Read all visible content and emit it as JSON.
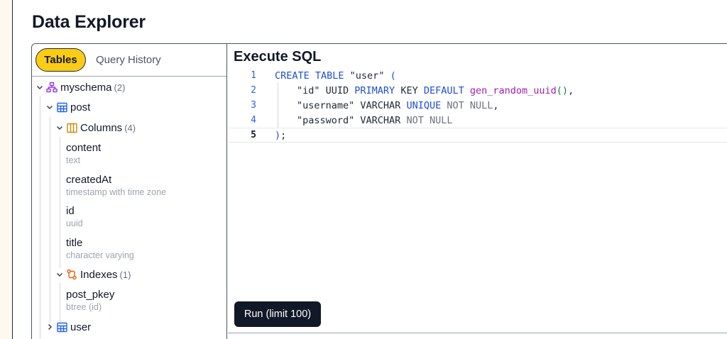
{
  "page": {
    "title": "Data Explorer"
  },
  "tabs": [
    {
      "label": "Tables",
      "active": true
    },
    {
      "label": "Query History",
      "active": false
    }
  ],
  "tree": {
    "schema": {
      "name": "myschema",
      "count": "(2)"
    },
    "tables": [
      {
        "name": "post",
        "columns_label": "Columns",
        "columns_count": "(4)",
        "columns": [
          {
            "name": "content",
            "type": "text"
          },
          {
            "name": "createdAt",
            "type": "timestamp with time zone"
          },
          {
            "name": "id",
            "type": "uuid"
          },
          {
            "name": "title",
            "type": "character varying"
          }
        ],
        "indexes_label": "Indexes",
        "indexes_count": "(1)",
        "indexes": [
          {
            "name": "post_pkey",
            "type": "btree (id)"
          }
        ]
      },
      {
        "name": "user"
      }
    ]
  },
  "editor": {
    "title": "Execute SQL",
    "line_numbers": [
      "1",
      "2",
      "3",
      "4",
      "5"
    ],
    "lines": [
      [
        "CREATE TABLE",
        " \"user\" ",
        "("
      ],
      [
        "\"id\" UUID ",
        "PRIMARY",
        " KEY ",
        "DEFAULT",
        " ",
        "gen_random_uuid",
        "()",
        ","
      ],
      [
        "\"username\" VARCHAR ",
        "UNIQUE",
        " ",
        "NOT NULL",
        ","
      ],
      [
        "\"password\" VARCHAR ",
        "NOT NULL"
      ],
      [
        ")",
        ";"
      ]
    ]
  },
  "run_button": {
    "label": "Run (limit 100)"
  },
  "colors": {
    "accent": "#facc15",
    "keyword": "#1d4ed8",
    "function": "#a21caf",
    "button_bg": "#111827"
  }
}
